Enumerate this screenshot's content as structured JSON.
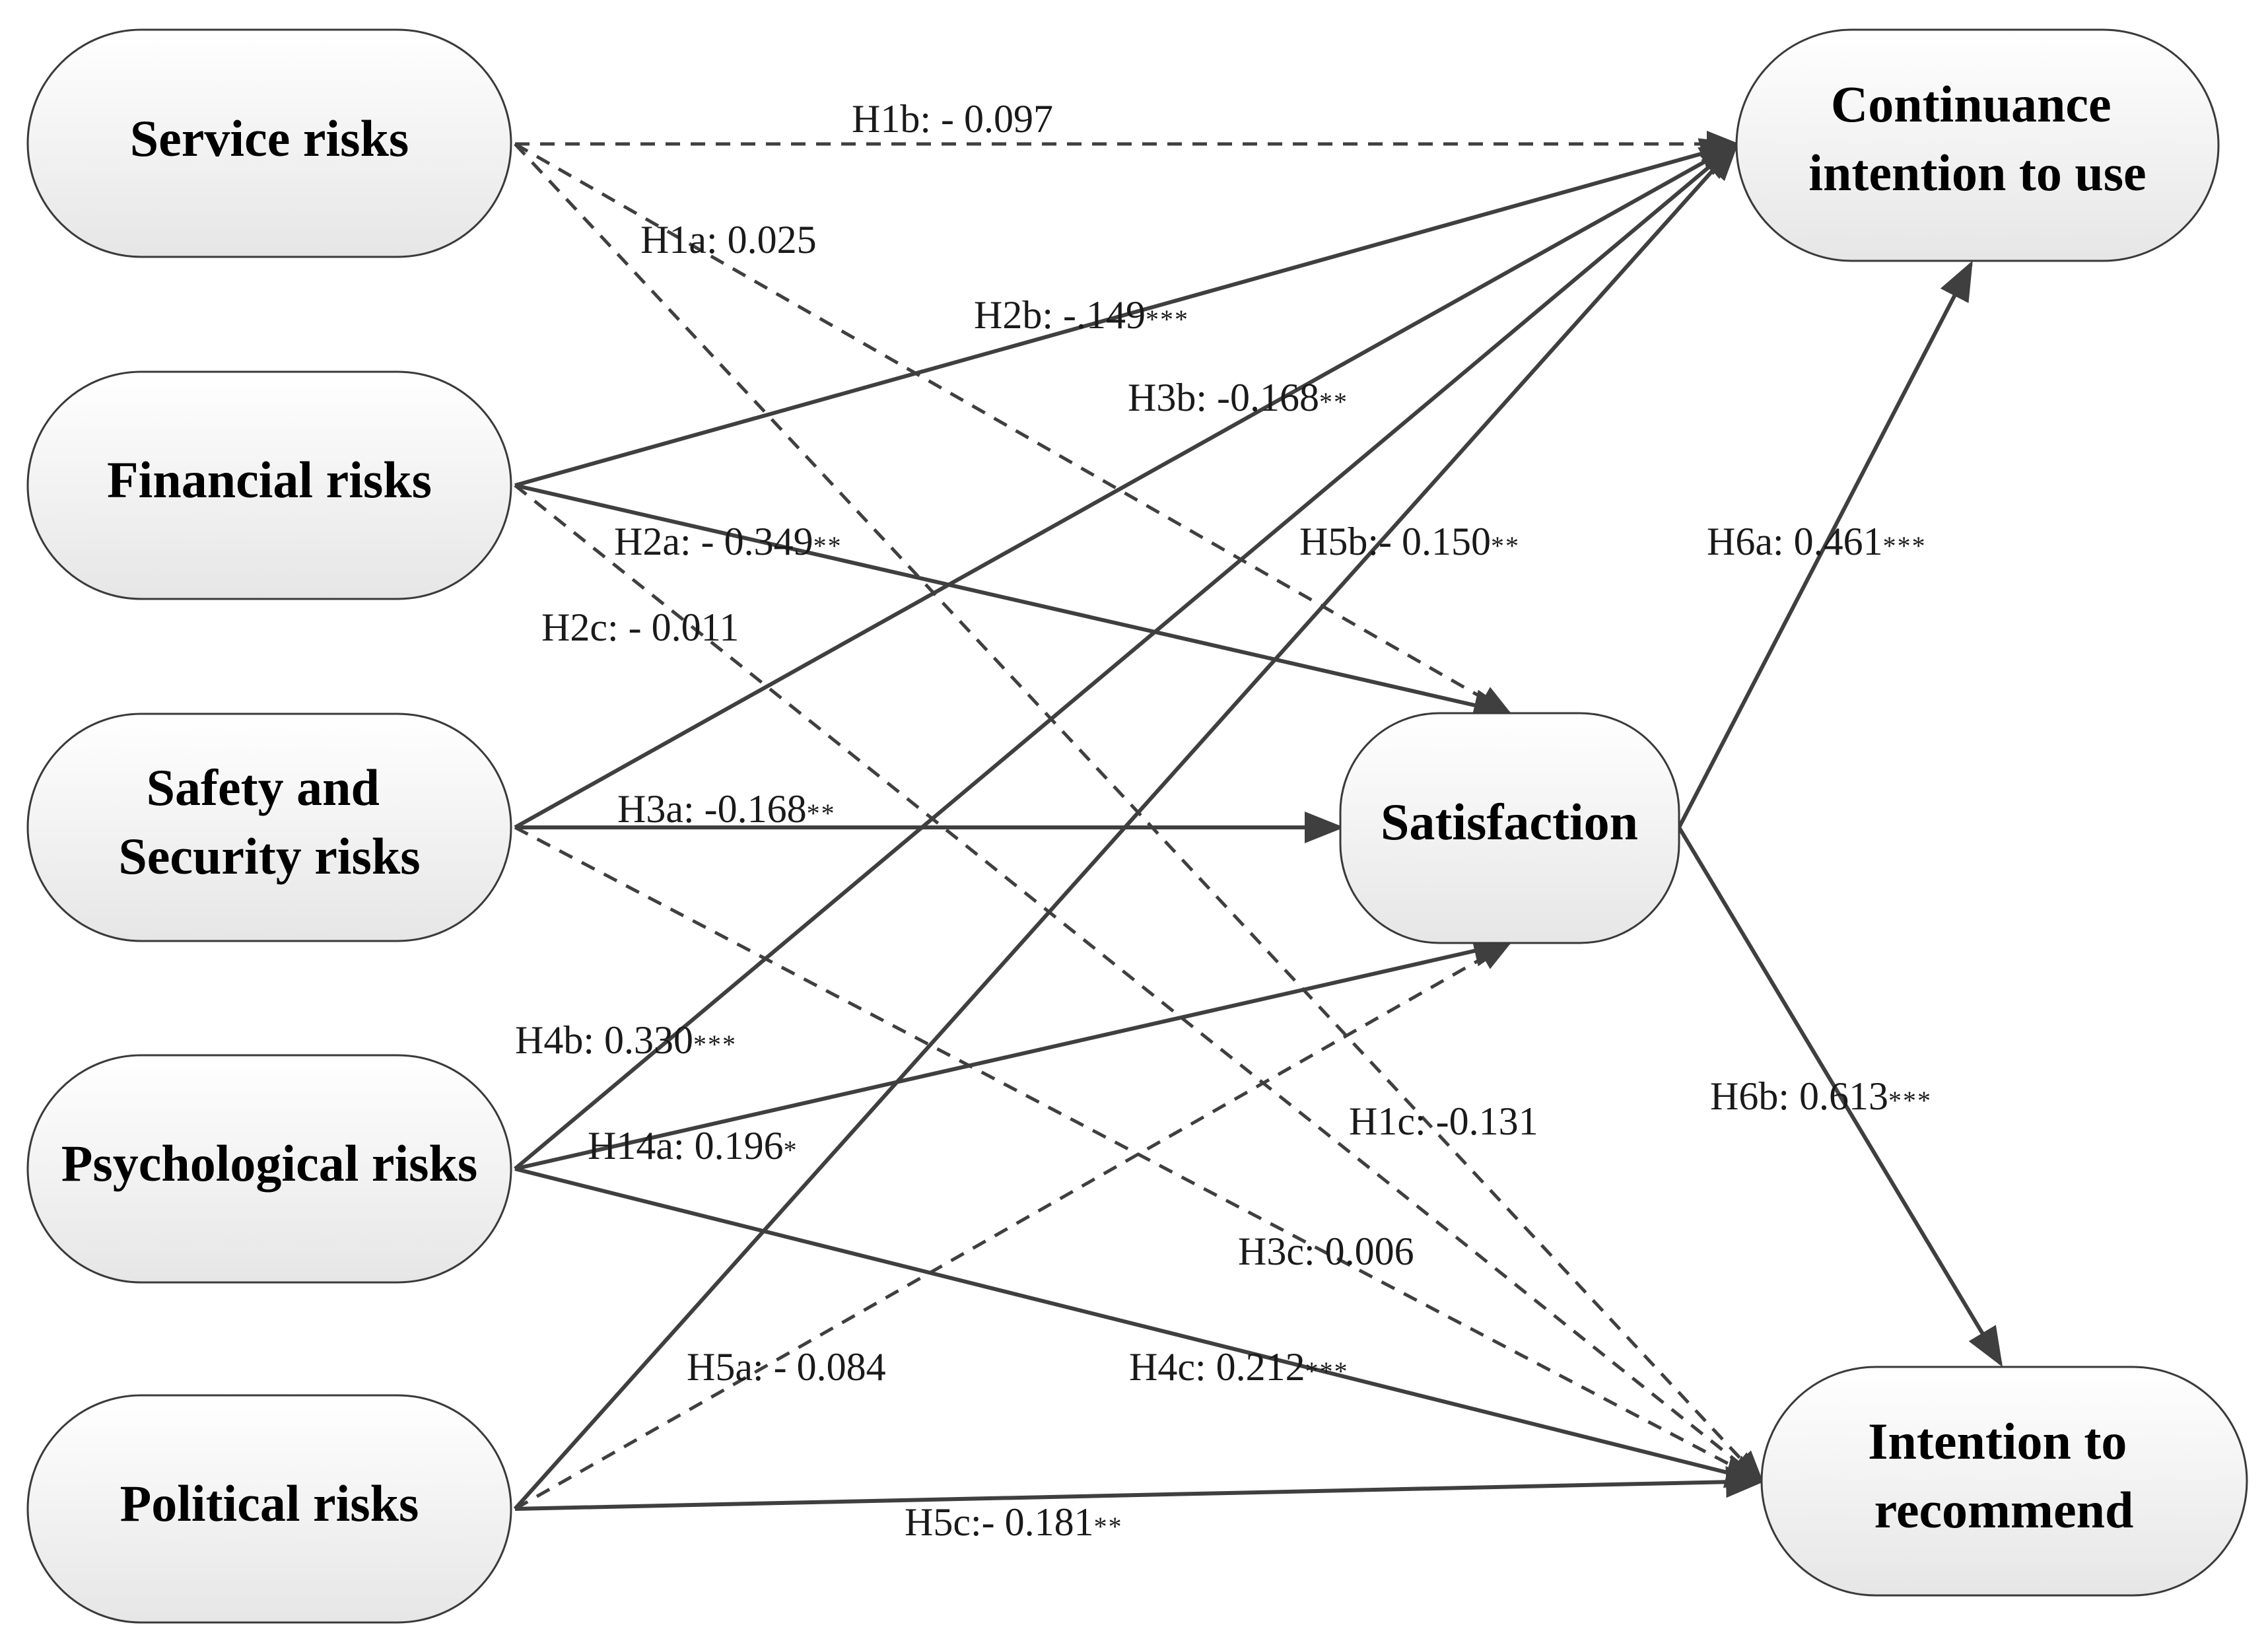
{
  "nodes": {
    "service": {
      "lines": [
        "Service risks"
      ]
    },
    "financial": {
      "lines": [
        "Financial risks"
      ]
    },
    "safety": {
      "lines": [
        "Safety and",
        "Security risks"
      ]
    },
    "psychological": {
      "lines": [
        "Psychological risks"
      ]
    },
    "political": {
      "lines": [
        "Political risks"
      ]
    },
    "satisfaction": {
      "lines": [
        "Satisfaction"
      ]
    },
    "continuance": {
      "lines": [
        "Continuance",
        "intention to use"
      ]
    },
    "recommend": {
      "lines": [
        "Intention to",
        "recommend"
      ]
    }
  },
  "edges": [
    {
      "id": "H1a",
      "from": "service",
      "to": "satisfaction",
      "style": "dashed",
      "label": "H1a: 0.025",
      "sig": ""
    },
    {
      "id": "H1b",
      "from": "service",
      "to": "continuance",
      "style": "dashed",
      "label": "H1b: - 0.097",
      "sig": ""
    },
    {
      "id": "H1c",
      "from": "service",
      "to": "recommend",
      "style": "dashed",
      "label": "H1c: -0.131",
      "sig": ""
    },
    {
      "id": "H2a",
      "from": "financial",
      "to": "satisfaction",
      "style": "solid",
      "label": "H2a: - 0.349",
      "sig": "**"
    },
    {
      "id": "H2b",
      "from": "financial",
      "to": "continuance",
      "style": "solid",
      "label": "H2b: -.149",
      "sig": "***"
    },
    {
      "id": "H2c",
      "from": "financial",
      "to": "recommend",
      "style": "dashed",
      "label": "H2c: - 0.011",
      "sig": ""
    },
    {
      "id": "H3a",
      "from": "safety",
      "to": "satisfaction",
      "style": "solid",
      "label": "H3a: -0.168",
      "sig": "**"
    },
    {
      "id": "H3b",
      "from": "safety",
      "to": "continuance",
      "style": "solid",
      "label": "H3b: -0.168",
      "sig": "**"
    },
    {
      "id": "H3c",
      "from": "safety",
      "to": "recommend",
      "style": "dashed",
      "label": "H3c: 0.006",
      "sig": ""
    },
    {
      "id": "H14a",
      "from": "psychological",
      "to": "satisfaction",
      "style": "solid",
      "label": "H14a: 0.196",
      "sig": "*"
    },
    {
      "id": "H4b",
      "from": "psychological",
      "to": "continuance",
      "style": "solid",
      "label": "H4b: 0.330",
      "sig": "***"
    },
    {
      "id": "H4c",
      "from": "psychological",
      "to": "recommend",
      "style": "solid",
      "label": "H4c: 0.212",
      "sig": "***"
    },
    {
      "id": "H5a",
      "from": "political",
      "to": "satisfaction",
      "style": "dashed",
      "label": "H5a: - 0.084",
      "sig": ""
    },
    {
      "id": "H5b",
      "from": "political",
      "to": "continuance",
      "style": "solid",
      "label": "H5b:- 0.150",
      "sig": "**"
    },
    {
      "id": "H5c",
      "from": "political",
      "to": "recommend",
      "style": "solid",
      "label": "H5c:- 0.181",
      "sig": "**"
    },
    {
      "id": "H6a",
      "from": "satisfaction",
      "to": "continuance",
      "style": "solid",
      "label": "H6a: 0.461",
      "sig": "***"
    },
    {
      "id": "H6b",
      "from": "satisfaction",
      "to": "recommend",
      "style": "solid",
      "label": "H6b: 0.613",
      "sig": "***"
    }
  ]
}
